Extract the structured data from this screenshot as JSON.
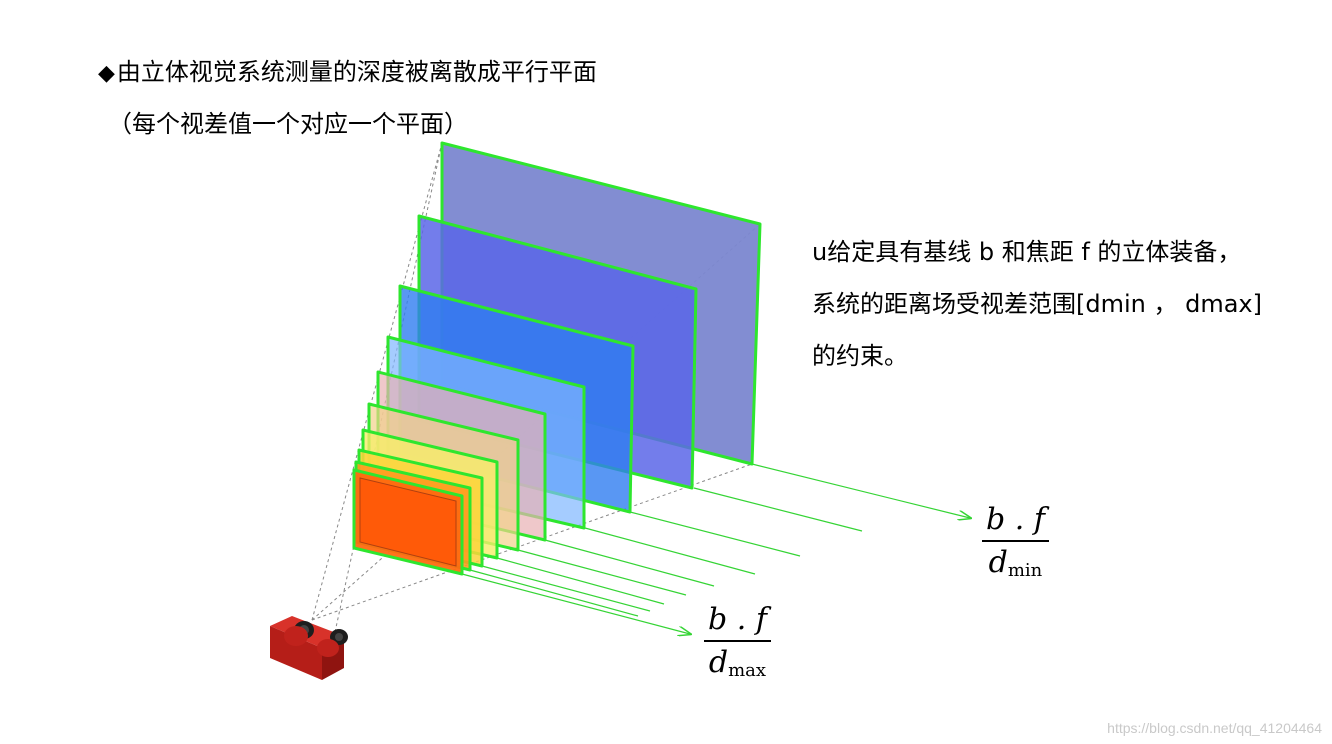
{
  "title": {
    "bullet": "◆",
    "text": "由立体视觉系统测量的深度被离散成平行平面"
  },
  "subtitle": "（每个视差值一个对应一个平面）",
  "description": {
    "line1": "u给定具有基线 b  和焦距 f  的立体装备，",
    "line2": "系统的距离场受视差范围[dmin ， dmax]",
    "line3": "的约束。"
  },
  "label_min": {
    "numerator": "b . f",
    "denominator": "d",
    "subscript": "min"
  },
  "label_max": {
    "numerator": "b . f",
    "denominator": "d",
    "subscript": "max"
  },
  "watermark": "https://blog.csdn.net/qq_41204464",
  "colors": {
    "plane_border": "#2ee62e",
    "projection_line": "#35d435",
    "camera_body": "#c0221c",
    "camera_lens": "#1e1e1e",
    "plane_far": "#7b87d0",
    "plane_near": "#ff6a10"
  }
}
